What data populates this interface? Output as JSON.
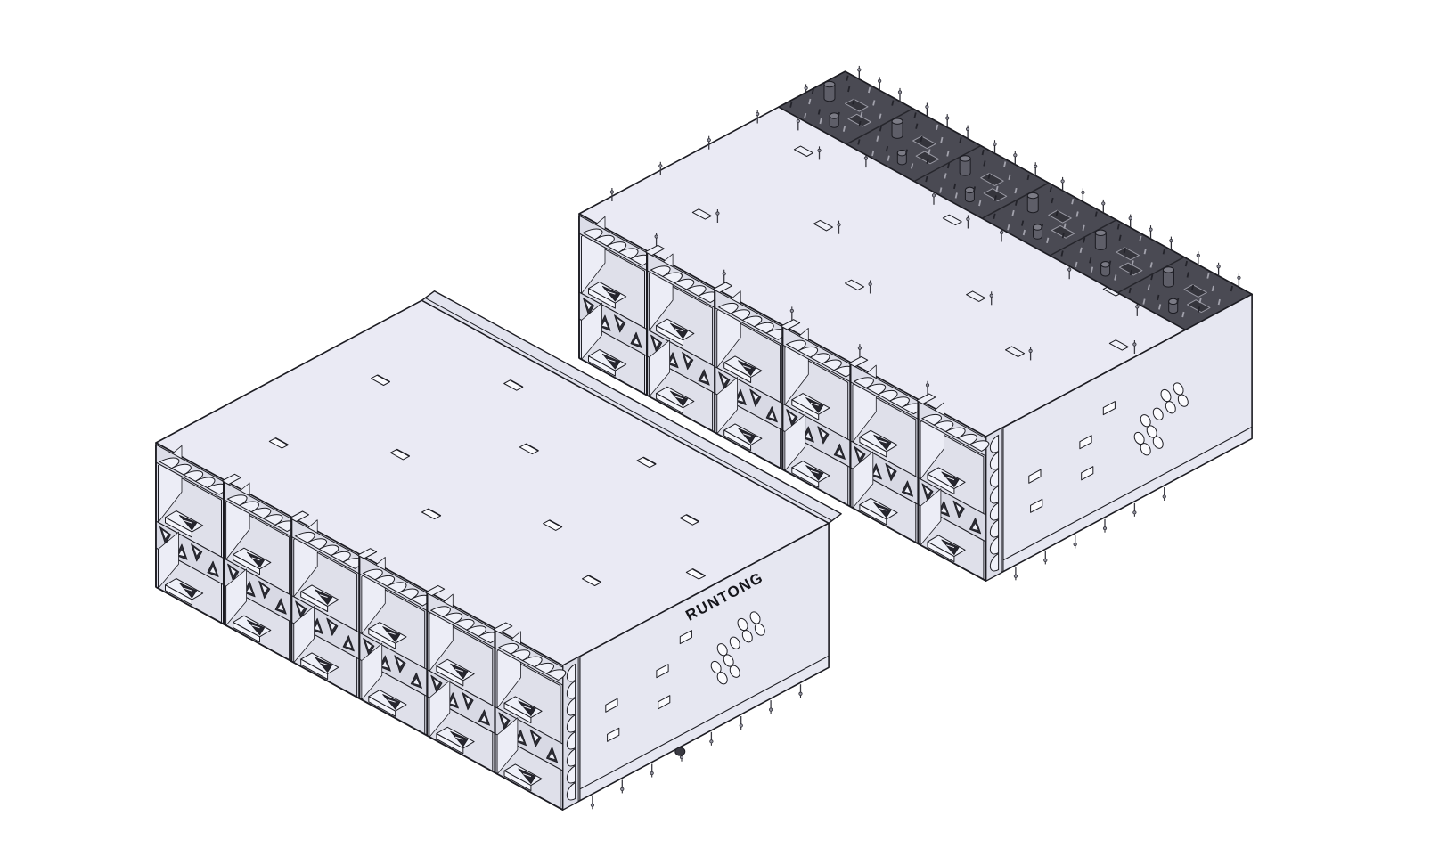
{
  "brand_label": "RUNTONG",
  "drawing": {
    "kind": "3D CAD isometric line rendering",
    "subject": "ganged 2x6 SFP-style EMI cage connector assembly, two views",
    "views": [
      {
        "id": "front-top-view",
        "description": "cage seen from top-front with RUNTONG branding on end wall"
      },
      {
        "id": "bottom-view",
        "description": "cage flipped to show underside with press-fit connector modules and pins"
      }
    ]
  },
  "counts": {
    "port_columns": 6,
    "port_rows": 2,
    "gasket_segments_per_port": 5,
    "emi_triangles_per_port": 4,
    "corner_gasket_segments": 8,
    "top_cutouts": 11,
    "connector_modules": 6,
    "side_vent_holes": 10,
    "side_slots": 5
  },
  "colors": {
    "background": "#ffffff",
    "outline": "#1c1c22",
    "face_top": "#eaeaf4",
    "face_front": "#e0e1ec",
    "face_side": "#e6e7f1",
    "interior_back": "#dfe0ea",
    "interior_wall": "#ecedf6",
    "gasket_fill": "#f0f1f9",
    "gasket_band": "#dcdde8",
    "finger_band": "#d8d9e4",
    "finger_dark": "#2c2c34",
    "finger_light": "#eff0f8",
    "clip_top": "#eef0f8",
    "clip_front": "#f4f5fb",
    "clip_wedge": "#26262e",
    "hole_fill": "#fbfbfe",
    "flange": "#e2e3ee",
    "connector_dark": "#4a4a53",
    "connector_darker": "#35353c",
    "connector_mid": "#5e5e68",
    "connector_light": "#7b7b85",
    "pin_dark": "#2a2a32",
    "pin_light": "#9494a0",
    "brand_color": "#15151a"
  }
}
